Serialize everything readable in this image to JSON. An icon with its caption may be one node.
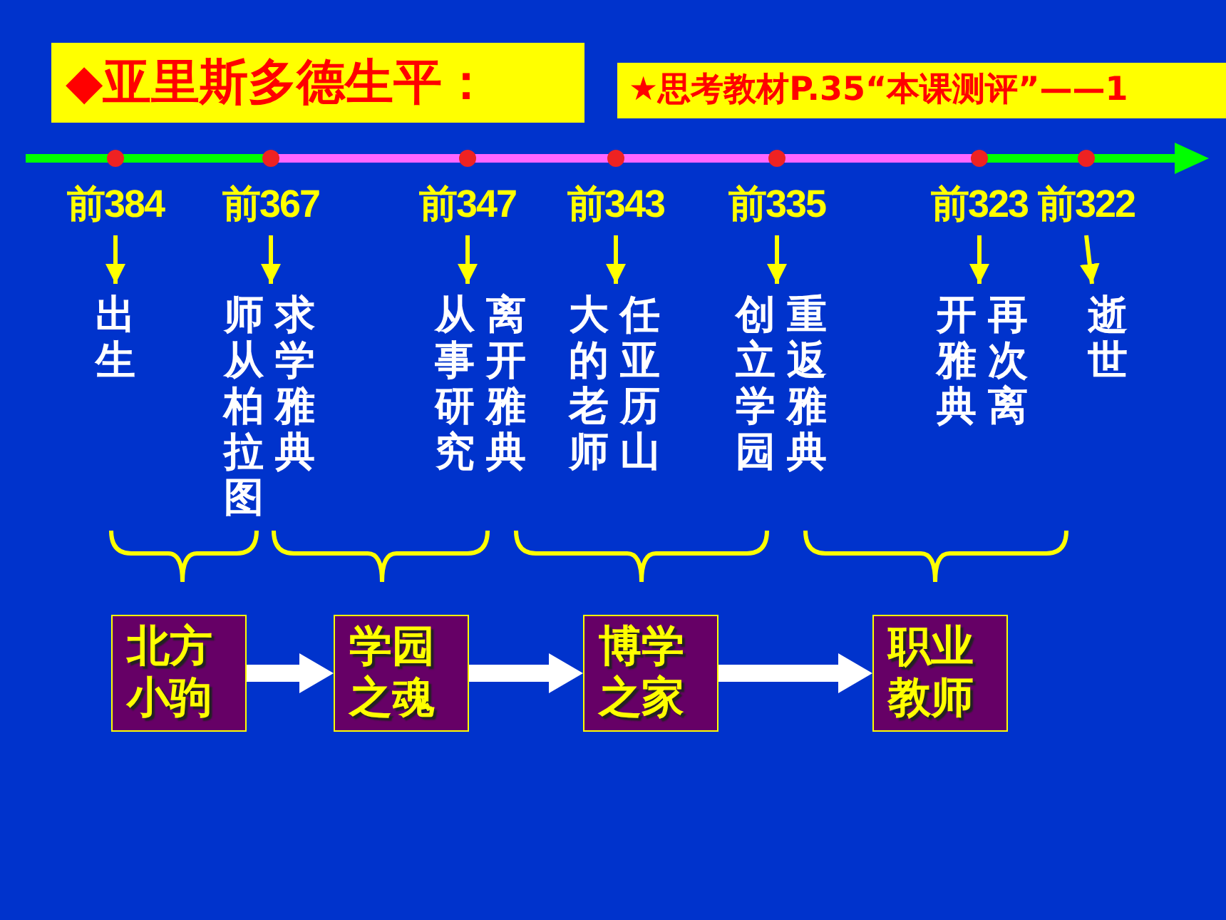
{
  "diagram": {
    "nodes": [
      {
        "text": [
          "◆亚里斯多德生平："
        ]
      },
      {
        "text": [
          "★思考教材P.35“本课测评”——1"
        ]
      },
      {
        "text": [
          "前384"
        ]
      },
      {
        "text": [
          "前367"
        ]
      },
      {
        "text": [
          "前347"
        ]
      },
      {
        "text": [
          "前343"
        ]
      },
      {
        "text": [
          "前335"
        ]
      },
      {
        "text": [
          "前323"
        ]
      },
      {
        "text": [
          "前322"
        ]
      },
      {
        "text": [
          "出生"
        ]
      },
      {
        "text": [
          "求学雅典师从柏拉图"
        ]
      },
      {
        "text": [
          "离开雅典从事研究"
        ]
      },
      {
        "text": [
          "任亚历山大的老师"
        ]
      },
      {
        "text": [
          "重返雅典创立学园"
        ]
      },
      {
        "text": [
          "再次离开雅典"
        ]
      },
      {
        "text": [
          "逝世"
        ]
      },
      {
        "text": [
          "北方小驹"
        ]
      },
      {
        "text": [
          "学园之魂"
        ]
      },
      {
        "text": [
          "博学之家"
        ]
      },
      {
        "text": [
          "职业教师"
        ]
      }
    ],
    "edges": [
      {
        "from": 2,
        "to": 9,
        "arrow": "to"
      },
      {
        "from": 3,
        "to": 10,
        "arrow": "to"
      },
      {
        "from": 4,
        "to": 11,
        "arrow": "to"
      },
      {
        "from": 5,
        "to": 12,
        "arrow": "to"
      },
      {
        "from": 6,
        "to": 13,
        "arrow": "to"
      },
      {
        "from": 7,
        "to": 14,
        "arrow": "to"
      },
      {
        "from": 8,
        "to": 15,
        "arrow": "to"
      },
      {
        "from": 16,
        "to": 17,
        "arrow": "to",
        "style": "thick",
        "color": "#ffffff"
      },
      {
        "from": 17,
        "to": 18,
        "arrow": "to",
        "style": "thick",
        "color": "#ffffff"
      },
      {
        "from": 18,
        "to": 19,
        "arrow": "to",
        "style": "thick",
        "color": "#ffffff"
      }
    ]
  }
}
